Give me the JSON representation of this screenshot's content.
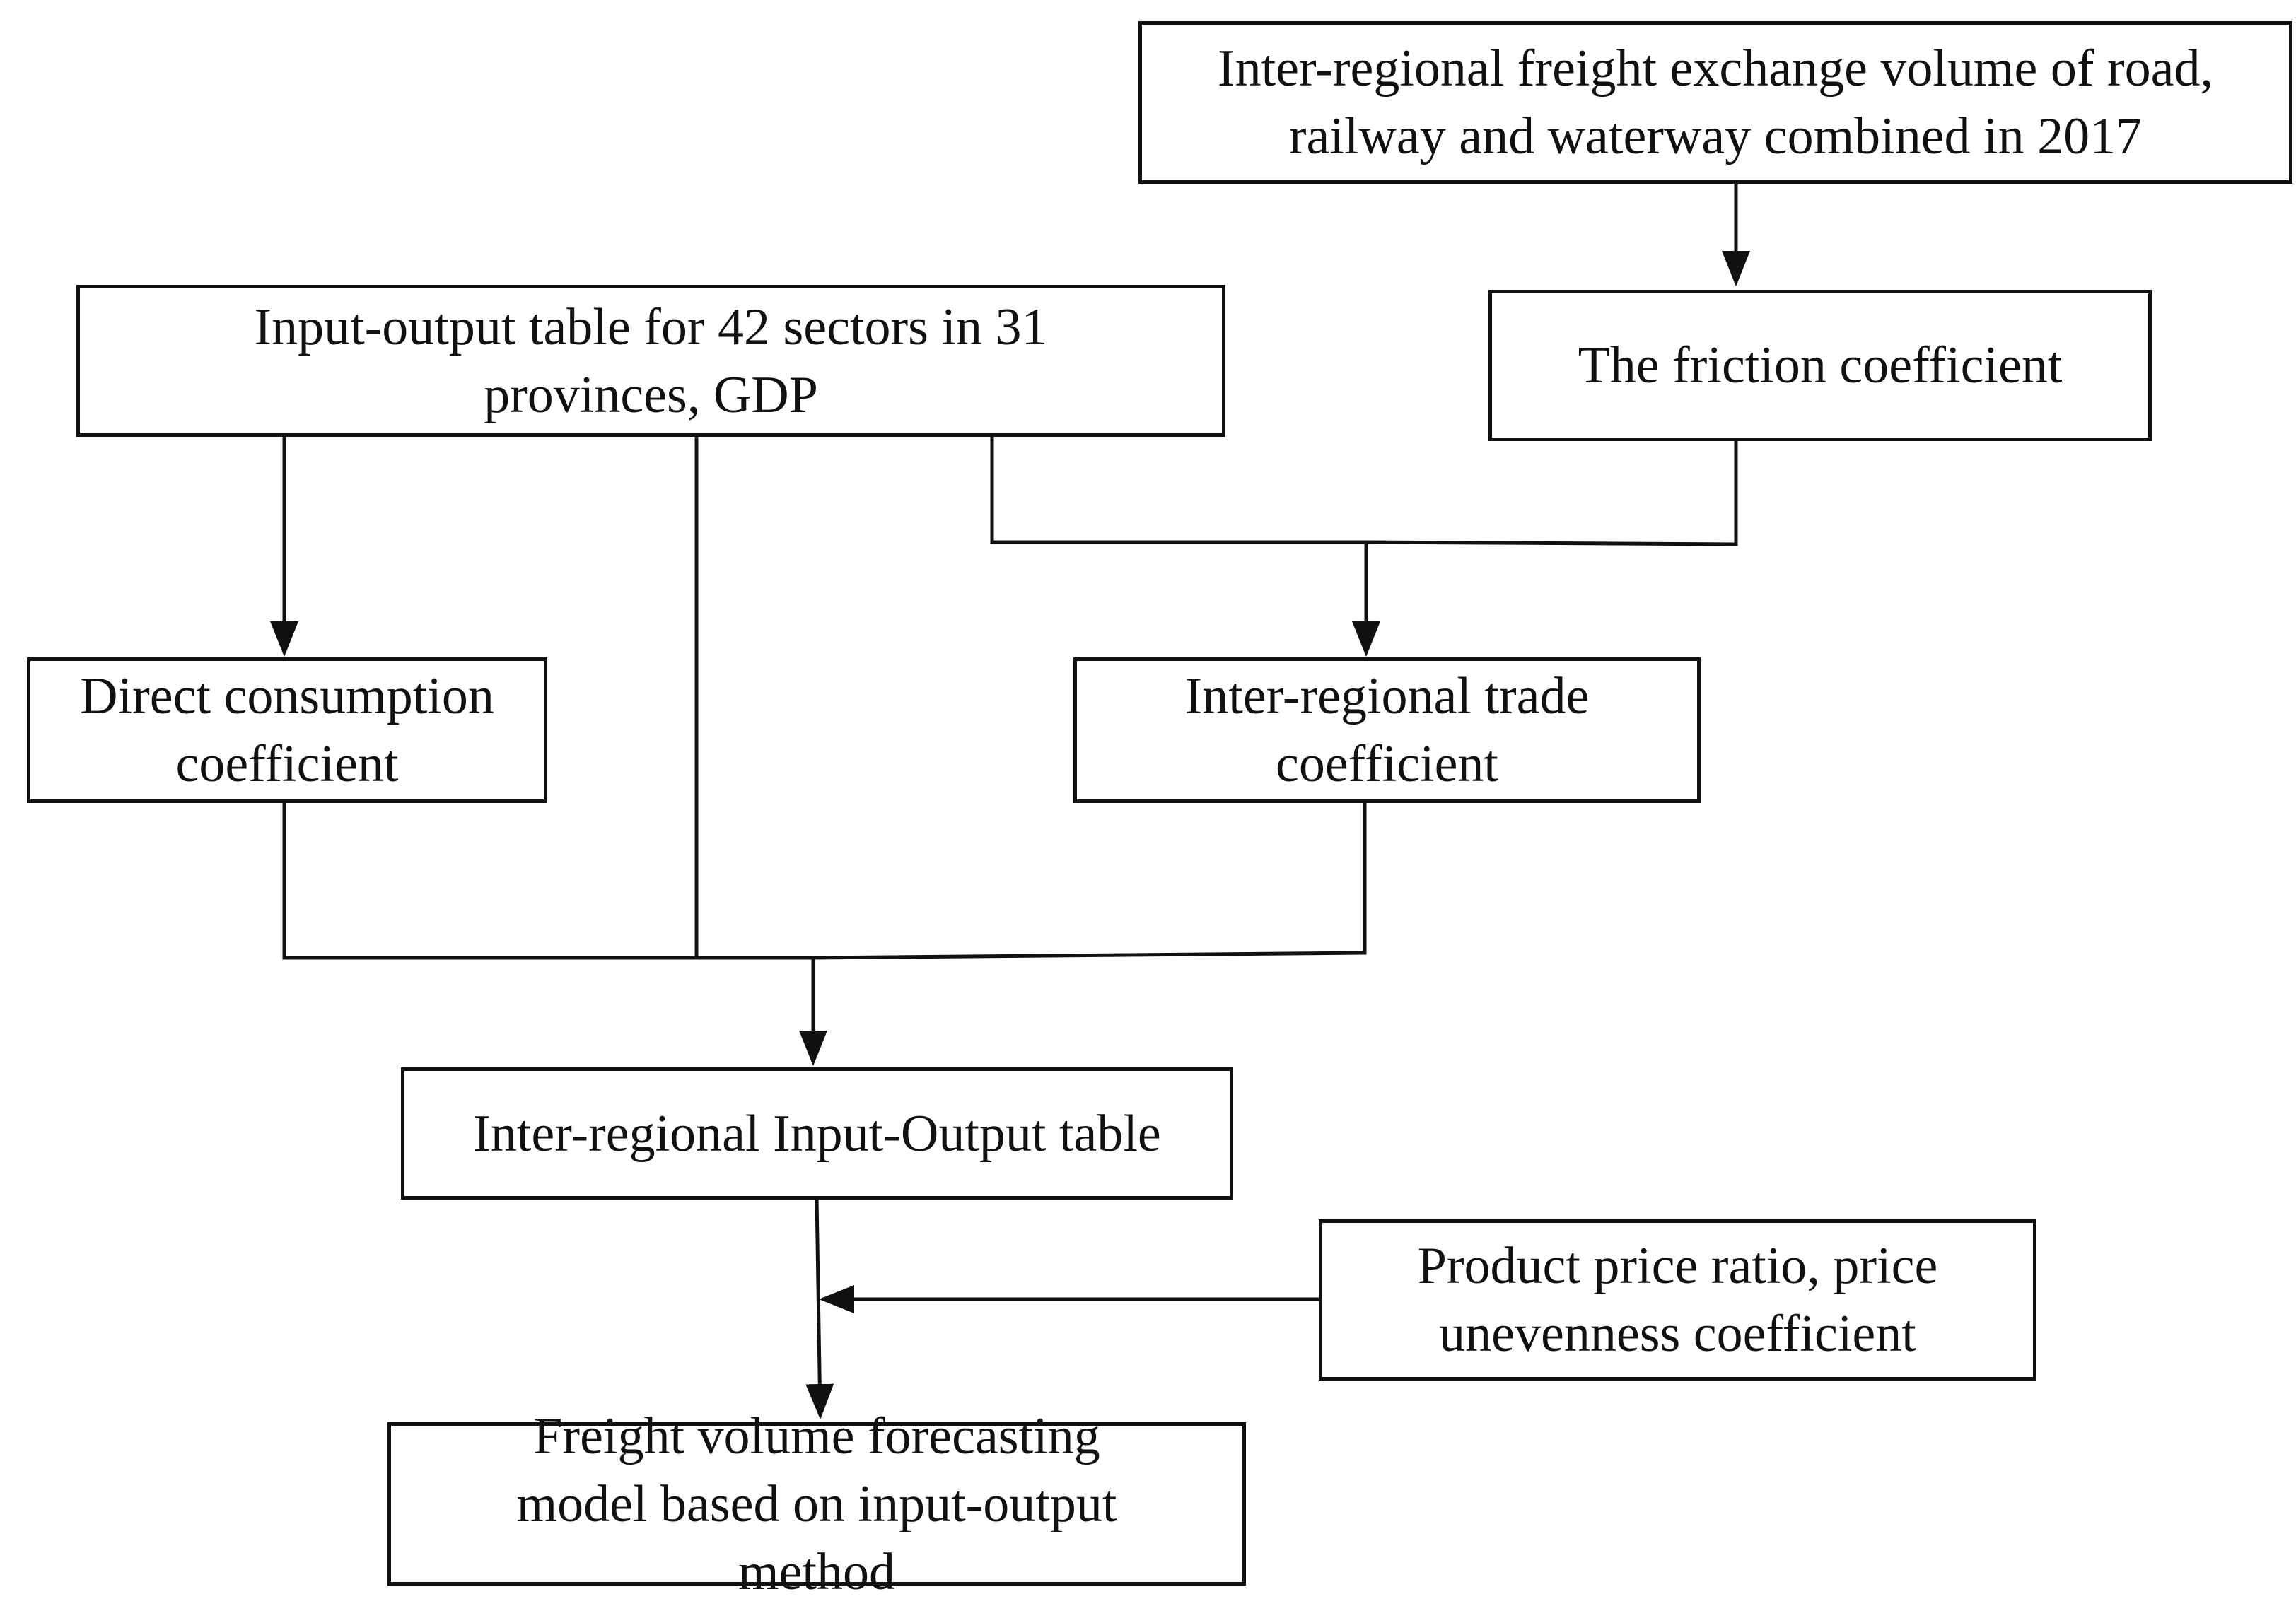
{
  "nodes": {
    "freight_exchange": {
      "label": "Inter-regional freight exchange volume of road, railway and waterway combined in 2017"
    },
    "io_table": {
      "label": "Input-output table for 42 sectors in 31 provinces, GDP"
    },
    "friction": {
      "label": "The friction coefficient"
    },
    "direct_consumption": {
      "label": "Direct consumption coefficient"
    },
    "trade_coefficient": {
      "label": "Inter-regional trade coefficient"
    },
    "interregional_io": {
      "label": "Inter-regional Input-Output table"
    },
    "price_ratio": {
      "label": "Product price ratio, price unevenness coefficient"
    },
    "forecast_model": {
      "label": "Freight volume forecasting model based on input-output method"
    }
  },
  "edges": [
    {
      "from": "freight_exchange",
      "to": "friction"
    },
    {
      "from": "io_table",
      "to": "direct_consumption"
    },
    {
      "from": "io_table",
      "to": "trade_coefficient"
    },
    {
      "from": "friction",
      "to": "trade_coefficient"
    },
    {
      "from": "direct_consumption",
      "to": "interregional_io"
    },
    {
      "from": "io_table",
      "to": "interregional_io"
    },
    {
      "from": "trade_coefficient",
      "to": "interregional_io"
    },
    {
      "from": "interregional_io",
      "to": "forecast_model"
    },
    {
      "from": "price_ratio",
      "to": "forecast_model"
    }
  ],
  "colors": {
    "stroke": "#111111",
    "background": "#ffffff",
    "text": "#111111"
  }
}
